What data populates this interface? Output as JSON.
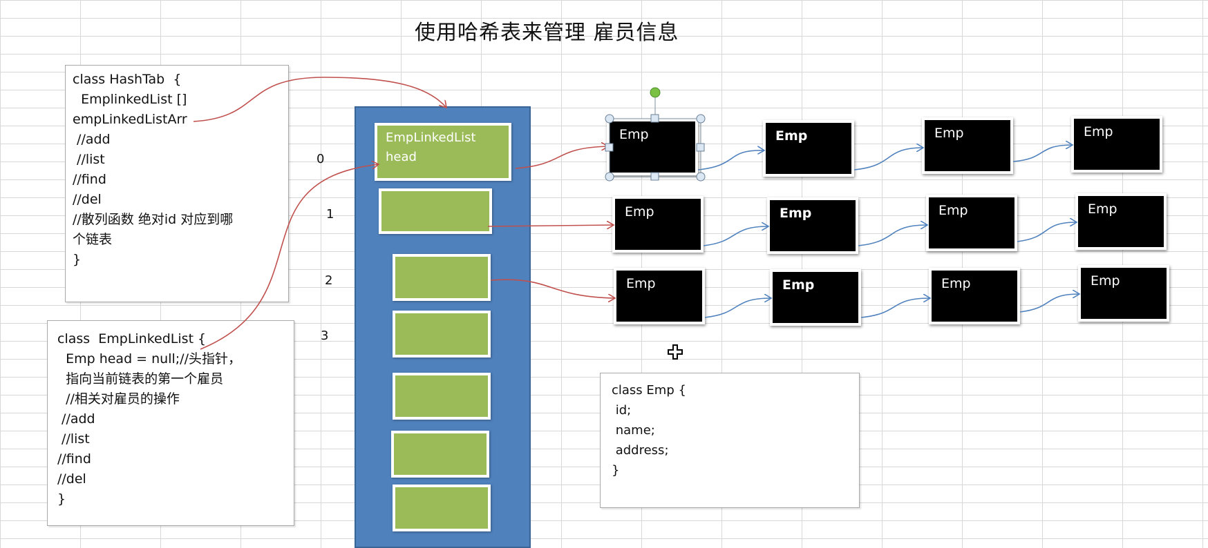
{
  "title": "使用哈希表来管理 雇员信息",
  "hashtab_code": [
    "class HashTab  {",
    "  EmplinkedList []",
    "empLinkedListArr",
    " //add",
    " //list",
    "//find",
    "//del",
    "//散列函数 绝对id 对应到哪",
    "个链表",
    "}"
  ],
  "emplist_code": [
    "class  EmpLinkedList {",
    "  Emp head = null;//头指针，",
    "  指向当前链表的第一个雇员",
    "  //相关对雇员的操作",
    " //add",
    " //list",
    "//find",
    "//del",
    "}"
  ],
  "emp_code": [
    "class Emp {",
    " id;",
    " name;",
    " address;",
    "}"
  ],
  "indices": [
    "0",
    "1",
    "2",
    "3"
  ],
  "array_head": {
    "line1": "EmpLinkedList",
    "line2": "head"
  },
  "nodes": {
    "label": "Emp",
    "rows": [
      [
        "Emp",
        "Emp",
        "Emp",
        "Emp"
      ],
      [
        "Emp",
        "Emp",
        "Emp",
        "Emp"
      ],
      [
        "Emp",
        "Emp",
        "Emp",
        "Emp"
      ]
    ]
  },
  "colors": {
    "array_fill": "#4f81bd",
    "slot_fill": "#9bbb59",
    "node_fill": "#000000",
    "arrow_red": "#c0504d",
    "arrow_blue": "#4f81bd",
    "handle_green": "#7ac143"
  }
}
